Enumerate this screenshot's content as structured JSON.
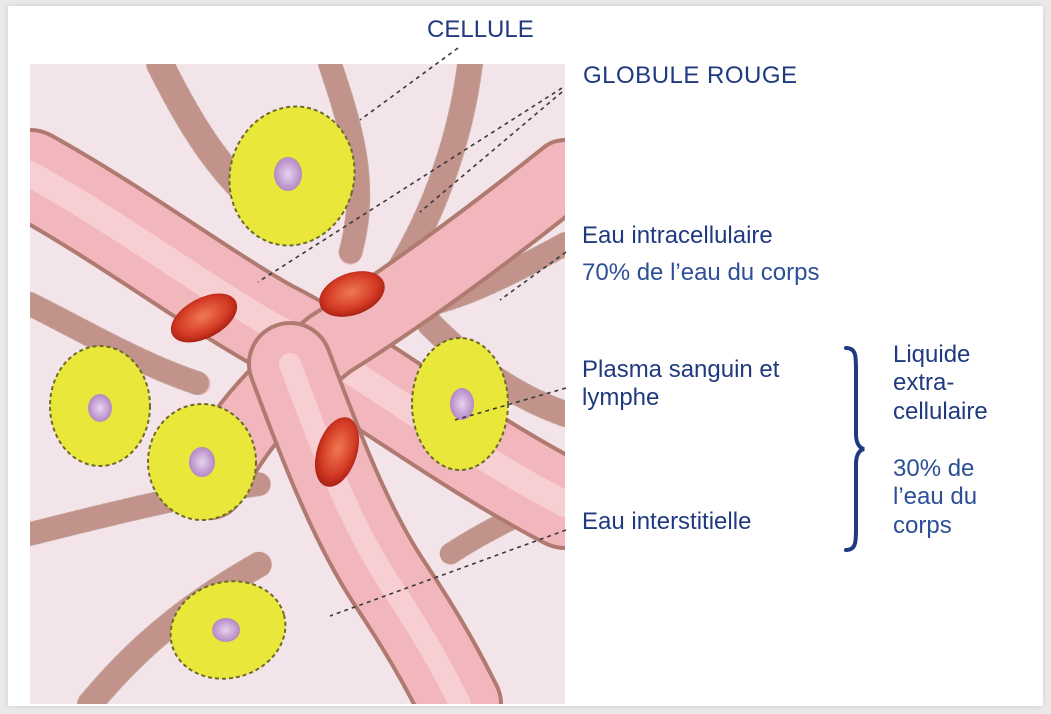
{
  "labels": {
    "cellule": "CELLULE",
    "globule_rouge": "GLOBULE ROUGE",
    "eau_intracellulaire": "Eau intracellulaire",
    "eau_intracellulaire_pct": "70% de l’eau du corps",
    "plasma": "Plasma sanguin et lymphe",
    "eau_interstitielle": "Eau interstitielle",
    "liquide_extracellulaire": "Liquide extra-cellulaire",
    "liquide_extracellulaire_pct": "30% de l’eau du corps"
  },
  "colors": {
    "text": "#1f3a7f",
    "vessel": "#f2b7bd",
    "cell_body": "#e9e73a",
    "nucleus": "#c49ed1",
    "red_blood_cell": "#d33a24",
    "background_tissue": "#f3e4ea"
  }
}
